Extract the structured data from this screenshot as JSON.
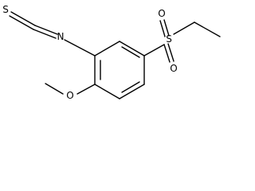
{
  "molecule": {
    "atoms": {
      "sulfur_thio": "S",
      "nitrogen": "N",
      "sulfur_sulfonyl": "S",
      "oxygen_sulfonyl_top": "O",
      "oxygen_sulfonyl_bottom": "O",
      "oxygen_methoxy": "O"
    }
  }
}
